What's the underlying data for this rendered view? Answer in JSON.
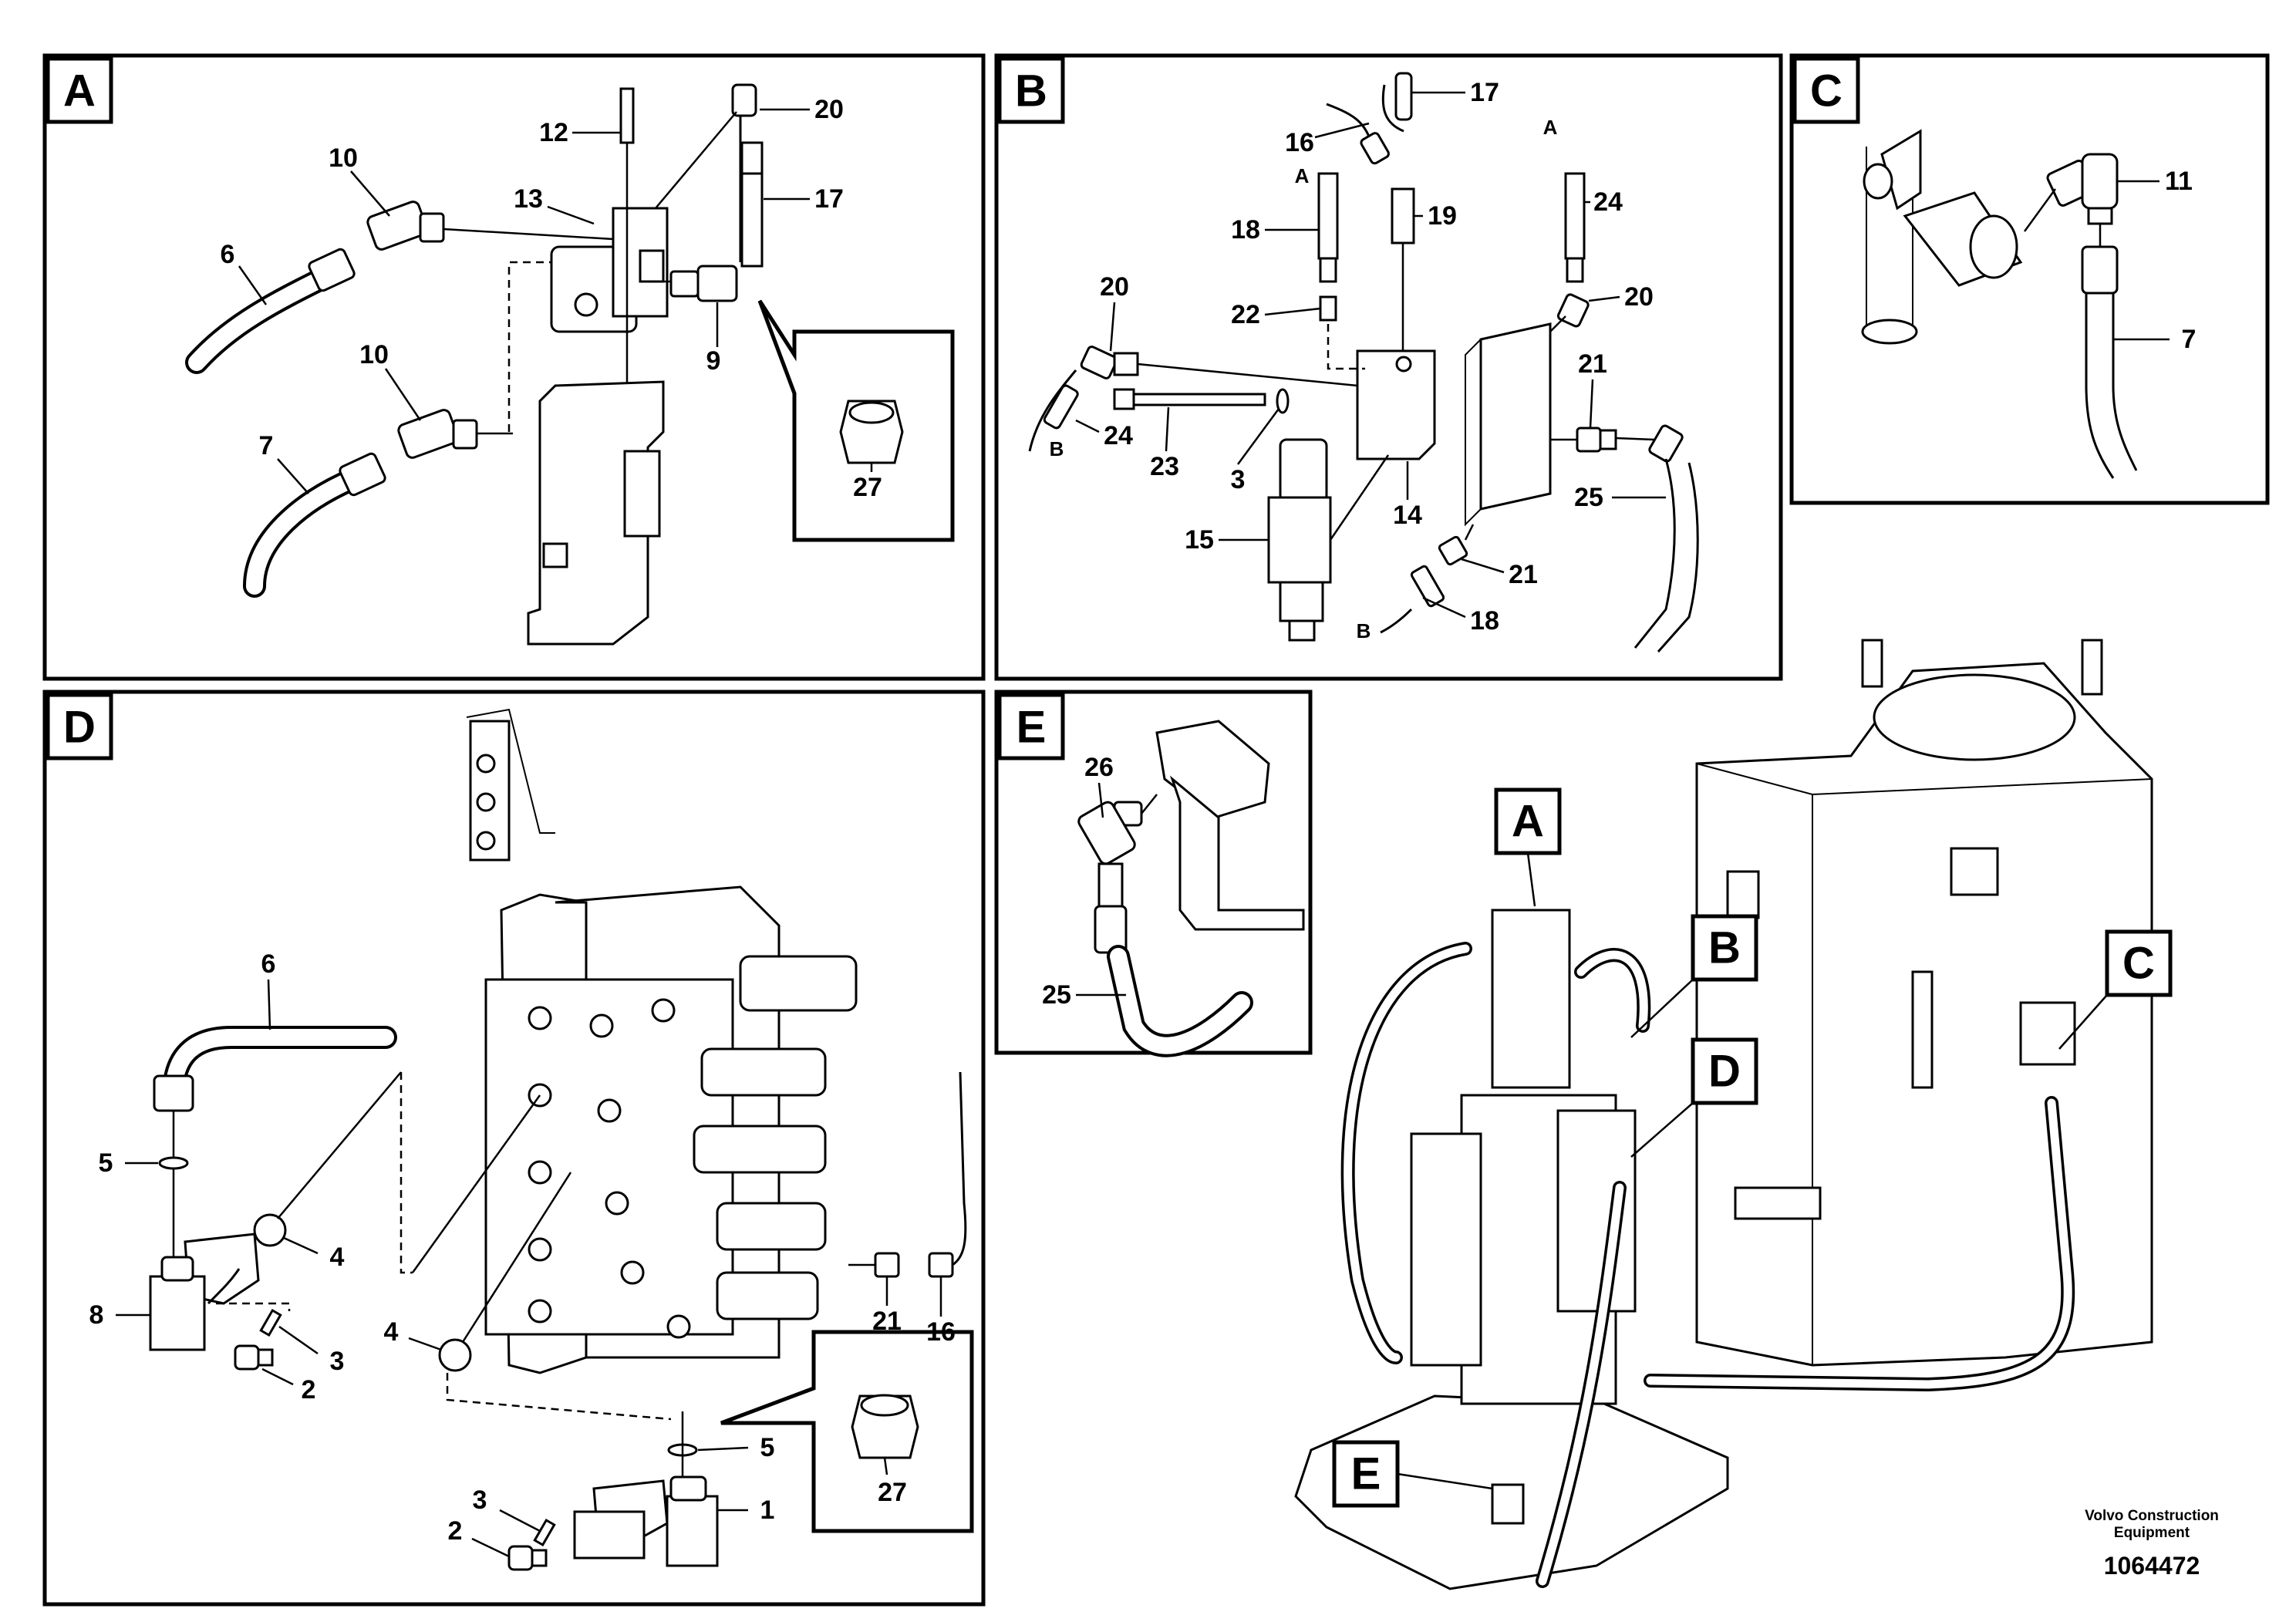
{
  "panels": [
    {
      "id": "A",
      "label": "A"
    },
    {
      "id": "B",
      "label": "B"
    },
    {
      "id": "C",
      "label": "C"
    },
    {
      "id": "D",
      "label": "D"
    },
    {
      "id": "E",
      "label": "E"
    }
  ],
  "callouts": {
    "A": [
      "12",
      "20",
      "10",
      "13",
      "17",
      "6",
      "9",
      "10",
      "7",
      "27"
    ],
    "B": [
      "17",
      "16",
      "A",
      "24",
      "18",
      "19",
      "20",
      "22",
      "20",
      "21",
      "B",
      "24",
      "23",
      "3",
      "14",
      "25",
      "15",
      "21",
      "B",
      "18"
    ],
    "C": [
      "11",
      "7"
    ],
    "D": [
      "6",
      "5",
      "4",
      "8",
      "3",
      "2",
      "4",
      "21",
      "16",
      "5",
      "27",
      "3",
      "1",
      "2"
    ],
    "E": [
      "26",
      "25"
    ]
  },
  "overview_labels": [
    "A",
    "B",
    "C",
    "D",
    "E"
  ],
  "footer": {
    "company_line1": "Volvo Construction",
    "company_line2": "Equipment",
    "drawing_number": "1064472"
  }
}
